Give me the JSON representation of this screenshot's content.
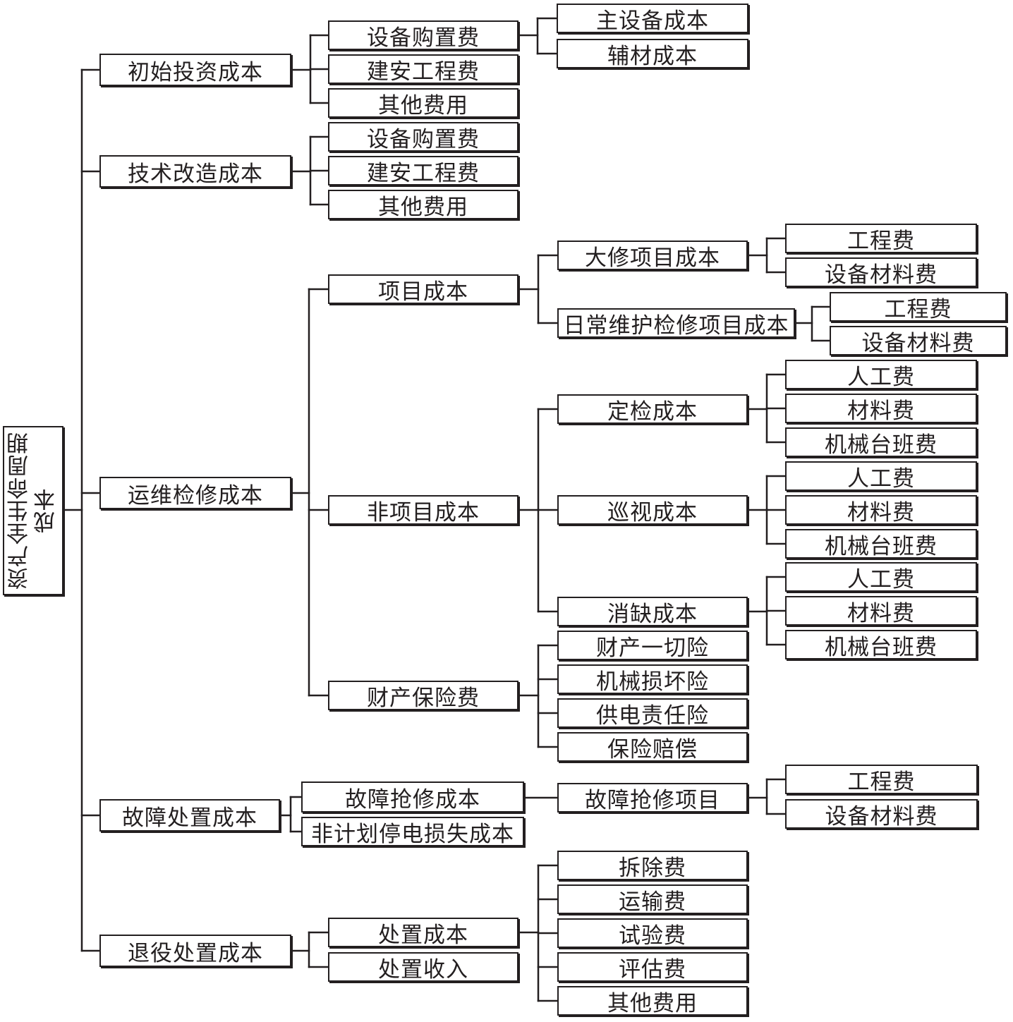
{
  "nodes": {
    "root": "资产全生命周期成本",
    "n1": "初始投资成本",
    "n1a": "设备购置费",
    "n1a1": "主设备成本",
    "n1a2": "辅材成本",
    "n1b": "建安工程费",
    "n1c": "其他费用",
    "n2": "技术改造成本",
    "n2a": "设备购置费",
    "n2b": "建安工程费",
    "n2c": "其他费用",
    "n3": "运维检修成本",
    "n3a": "项目成本",
    "n3a1": "大修项目成本",
    "n3a1x": "工程费",
    "n3a1y": "设备材料费",
    "n3a2": "日常维护检修项目成本",
    "n3a2x": "工程费",
    "n3a2y": "设备材料费",
    "n3b": "非项目成本",
    "n3b1": "定检成本",
    "n3b1x": "人工费",
    "n3b1y": "材料费",
    "n3b1z": "机械台班费",
    "n3b2": "巡视成本",
    "n3b2x": "人工费",
    "n3b2y": "材料费",
    "n3b2z": "机械台班费",
    "n3b3": "消缺成本",
    "n3b3x": "人工费",
    "n3b3y": "材料费",
    "n3b3z": "机械台班费",
    "n3c": "财产保险费",
    "n3c1": "财产一切险",
    "n3c2": "机械损坏险",
    "n3c3": "供电责任险",
    "n3c4": "保险赔偿",
    "n4": "故障处置成本",
    "n4a": "故障抢修成本",
    "n4a1": "故障抢修项目",
    "n4a1x": "工程费",
    "n4a1y": "设备材料费",
    "n4b": "非计划停电损失成本",
    "n5": "退役处置成本",
    "n5a": "处置成本",
    "n5a1": "拆除费",
    "n5a2": "运输费",
    "n5a3": "试验费",
    "n5a4": "评估费",
    "n5a5": "其他费用",
    "n5b": "处置收入"
  },
  "colors": {
    "line": "#231f20",
    "box_fill": "#ffffff",
    "text": "#231f20"
  }
}
